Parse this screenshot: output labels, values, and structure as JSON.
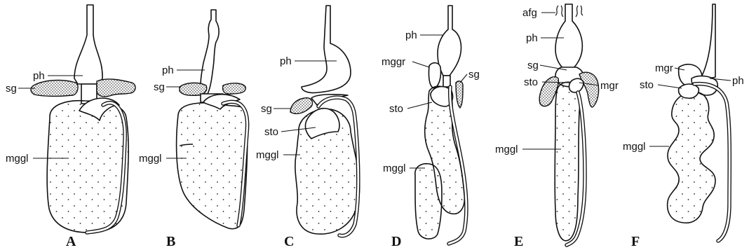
{
  "panels": [
    {
      "letter": "A",
      "labels": {
        "ph": "ph",
        "sg": "sg",
        "mggl": "mggl"
      }
    },
    {
      "letter": "B",
      "labels": {
        "ph": "ph",
        "sg": "sg",
        "mggl": "mggl"
      }
    },
    {
      "letter": "C",
      "labels": {
        "ph": "ph",
        "sg": "sg",
        "sto": "sto",
        "mggl": "mggl"
      }
    },
    {
      "letter": "D",
      "labels": {
        "ph": "ph",
        "mggr": "mggr",
        "sg": "sg",
        "sto": "sto",
        "mggl": "mggl"
      }
    },
    {
      "letter": "E",
      "labels": {
        "afg": "afg",
        "ph": "ph",
        "sg": "sg",
        "sto": "sto",
        "mgr": "mgr",
        "mggl": "mggl"
      }
    },
    {
      "letter": "F",
      "labels": {
        "mgr": "mgr",
        "ph": "ph",
        "sto": "sto",
        "mggl": "mggl"
      }
    }
  ]
}
